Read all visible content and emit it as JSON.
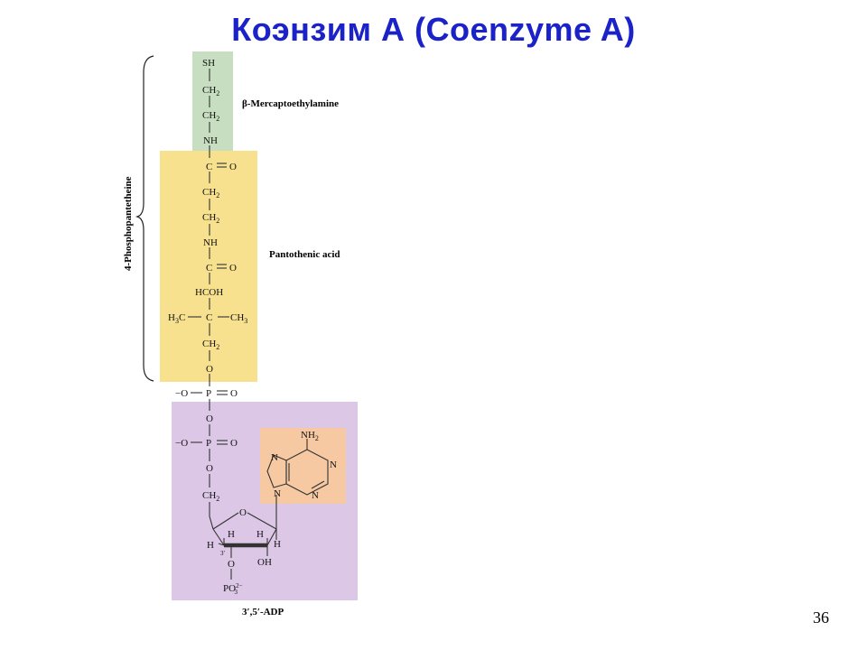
{
  "title": "Коэнзим А (Coenzyme A)",
  "slide_number": "36",
  "colors": {
    "title": "#1a22c8",
    "mercaptoethylamine_region": "#c7dfc0",
    "pantothenic_region": "#f7e08e",
    "adp_region": "#dcc7e6",
    "adenine_region": "#f7c9a3"
  },
  "labels": {
    "mercaptoethylamine": "β-Mercaptoethylamine",
    "pantothenic_acid": "Pantothenic acid",
    "phosphopantetheine": "4-Phosphopantetheine",
    "adp": "3′,5′-ADP"
  },
  "atoms": {
    "sh": "SH",
    "ch2": "CH",
    "nh": "NH",
    "c": "C",
    "o": "O",
    "hcoh": "HCOH",
    "h3c": "H",
    "ch3": "CH",
    "p": "P",
    "neg_o": "−O",
    "nh2": "NH",
    "n": "N",
    "h": "H",
    "oh": "OH",
    "po3": "PO",
    "sub2": "2",
    "sub3": "3",
    "sup_2minus": "2−",
    "prime3": "3′"
  }
}
